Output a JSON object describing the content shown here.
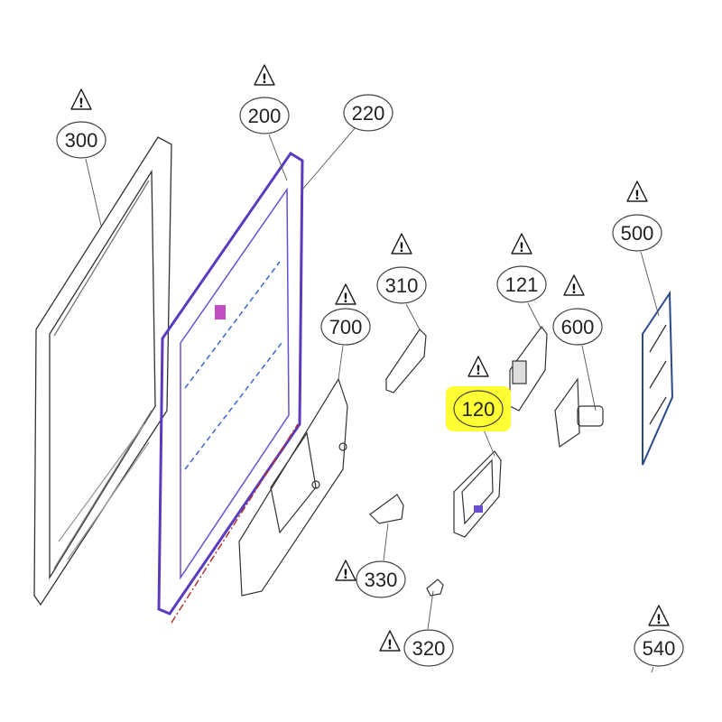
{
  "diagram": {
    "highlight_color": "#ffff33",
    "parts": [
      {
        "id": "p300",
        "number": "300",
        "warning": true,
        "highlighted": false
      },
      {
        "id": "p200",
        "number": "200",
        "warning": true,
        "highlighted": false
      },
      {
        "id": "p220",
        "number": "220",
        "warning": false,
        "highlighted": false
      },
      {
        "id": "p310",
        "number": "310",
        "warning": true,
        "highlighted": false
      },
      {
        "id": "p700",
        "number": "700",
        "warning": true,
        "highlighted": false
      },
      {
        "id": "p121",
        "number": "121",
        "warning": true,
        "highlighted": false
      },
      {
        "id": "p600",
        "number": "600",
        "warning": true,
        "highlighted": false
      },
      {
        "id": "p500",
        "number": "500",
        "warning": true,
        "highlighted": false
      },
      {
        "id": "p120",
        "number": "120",
        "warning": true,
        "highlighted": true
      },
      {
        "id": "p330",
        "number": "330",
        "warning": true,
        "highlighted": false
      },
      {
        "id": "p320",
        "number": "320",
        "warning": true,
        "highlighted": false
      },
      {
        "id": "p540",
        "number": "540",
        "warning": true,
        "highlighted": false
      }
    ],
    "warning_symbol": "!"
  }
}
